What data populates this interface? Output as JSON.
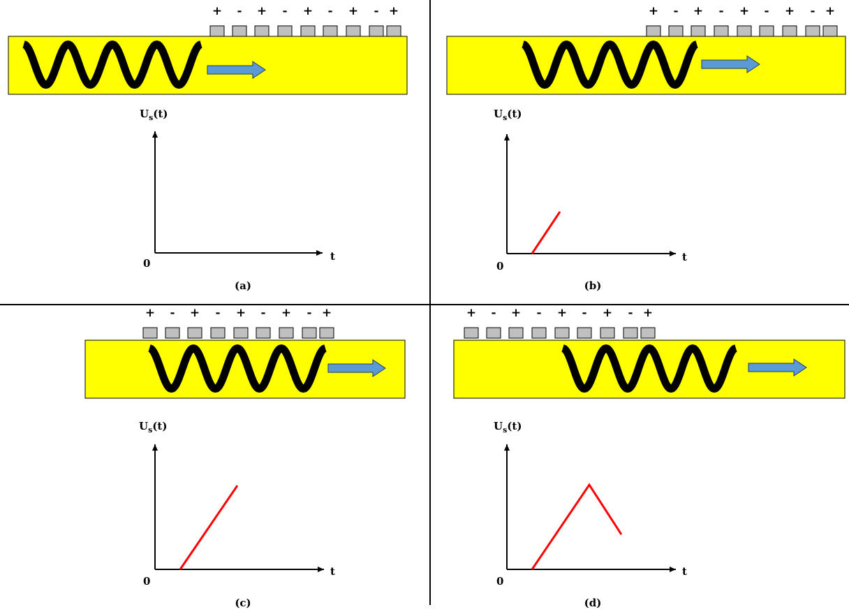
{
  "colors": {
    "substrate": "#ffff00",
    "electrode": "#c0c0c0",
    "wave": "#000000",
    "arrow": "#5b9bd5",
    "signal": "#ff0000"
  },
  "electrode_polarity": [
    "+",
    "-",
    "+",
    "-",
    "+",
    "-",
    "+",
    "-",
    "+"
  ],
  "axes": {
    "y_label_main": "U",
    "y_label_sub": "s",
    "y_label_tail": "(t)",
    "x_label": "t",
    "origin": "0"
  },
  "panels": [
    {
      "caption": "(a)",
      "signal": "none"
    },
    {
      "caption": "(b)",
      "signal": "short rising ramp"
    },
    {
      "caption": "(c)",
      "signal": "long rising ramp"
    },
    {
      "caption": "(d)",
      "signal": "rise then fall"
    }
  ]
}
